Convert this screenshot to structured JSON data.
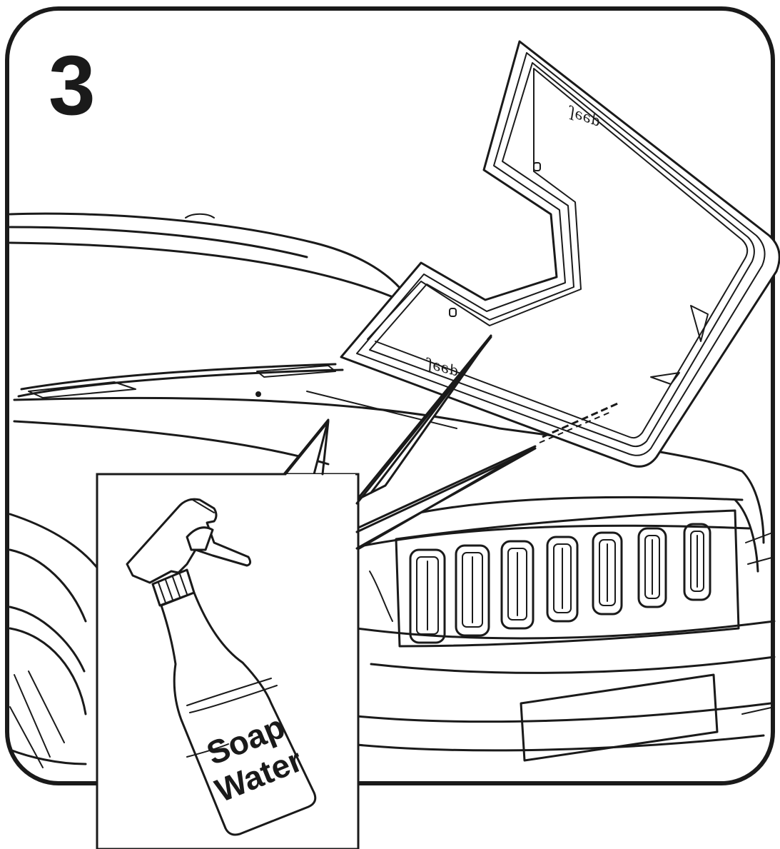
{
  "step": {
    "number": "3"
  },
  "bottle": {
    "label_line1": "Soap",
    "label_line2": "Water"
  },
  "decal": {
    "logo_text": "Jeep"
  }
}
